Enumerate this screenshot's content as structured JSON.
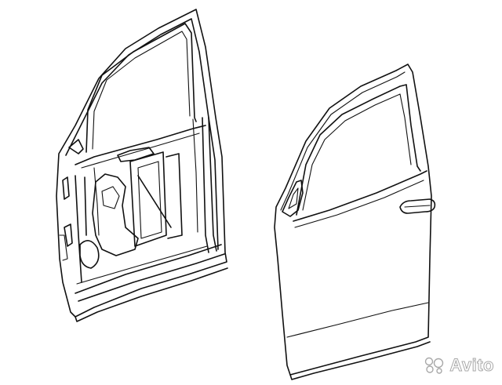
{
  "diagram": {
    "parts": [
      {
        "id": "inner-door-frame",
        "description_visible": false
      },
      {
        "id": "outer-door-shell",
        "description_visible": false
      }
    ]
  },
  "watermark": {
    "text": "Avito",
    "color": "#9a9a9a"
  },
  "colors": {
    "background": "#ffffff",
    "line": "#111111"
  }
}
